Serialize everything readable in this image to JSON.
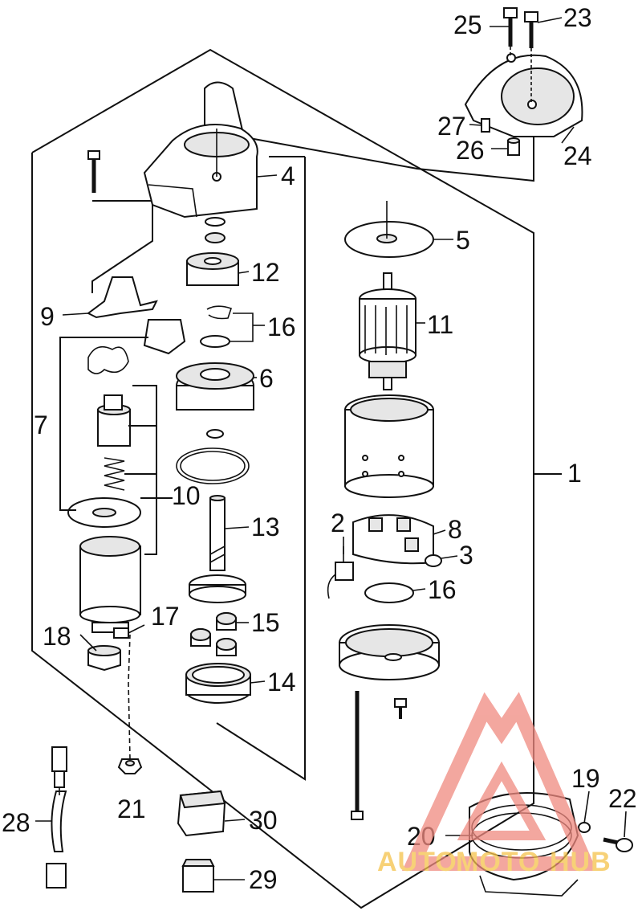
{
  "callouts": {
    "c1": "1",
    "c2": "2",
    "c3": "3",
    "c4": "4",
    "c5": "5",
    "c6": "6",
    "c7": "7",
    "c8": "8",
    "c9": "9",
    "c10": "10",
    "c11": "11",
    "c12": "12",
    "c13": "13",
    "c14": "14",
    "c15": "15",
    "c16a": "16",
    "c16b": "16",
    "c17": "17",
    "c18": "18",
    "c19": "19",
    "c20": "20",
    "c21": "21",
    "c22": "22",
    "c23": "23",
    "c24": "24",
    "c25": "25",
    "c26": "26",
    "c27": "27",
    "c28": "28",
    "c29": "29",
    "c30": "30"
  },
  "watermark": {
    "text_auto": "AUTO",
    "text_moto": "MOTO",
    "text_hub": "HUB",
    "logo_color": "#f08a80",
    "text_color": "#f5c24a"
  }
}
